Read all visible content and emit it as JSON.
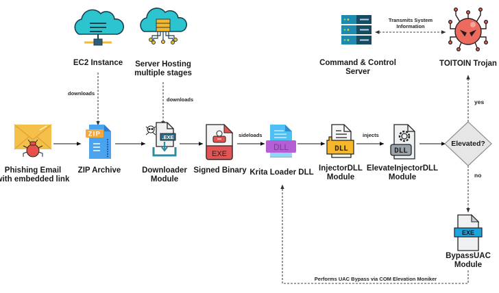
{
  "diagram": {
    "nodes": {
      "ec2": {
        "label": "EC2 Instance",
        "icon": "cloud-network-icon"
      },
      "server_hosting": {
        "label_line1": "Server Hosting",
        "label_line2": "multiple stages",
        "icon": "cloud-server-icon"
      },
      "c2": {
        "label_line1": "Command & Control",
        "label_line2": "Server",
        "icon": "server-rack-icon"
      },
      "trojan": {
        "label": "TOITOIN Trojan",
        "icon": "virus-icon"
      },
      "phishing": {
        "label_line1": "Phishing Email",
        "label_line2": "with embedded link",
        "icon": "email-bug-icon"
      },
      "zip": {
        "label": "ZIP Archive",
        "icon": "zip-file-icon",
        "badge": "ZIP"
      },
      "downloader": {
        "label_line1": "Downloader",
        "label_line2": "Module",
        "icon": "exe-download-icon",
        "badge": ".EXE"
      },
      "signed_binary": {
        "label": "Signed Binary",
        "icon": "exe-file-icon",
        "badge": "EXE"
      },
      "krita": {
        "label": "Krita Loader DLL",
        "icon": "dll-file-icon",
        "badge": "DLL"
      },
      "injector": {
        "label_line1": "InjectorDLL",
        "label_line2": "Module",
        "icon": "dll-document-icon",
        "badge": "DLL"
      },
      "elevate_injector": {
        "label_line1": "ElevateInjectorDLL",
        "label_line2": "Module",
        "icon": "dll-gear-icon",
        "badge": "DLL"
      },
      "decision": {
        "label": "Elevated?"
      },
      "bypassuac": {
        "label_line1": "BypassUAC",
        "label_line2": "Module",
        "icon": "exe-file-icon",
        "badge": "EXE"
      }
    },
    "edges": {
      "ec2_to_zip": "downloads",
      "server_to_downloader": "downloads",
      "signed_to_krita": "sideloads",
      "injector_to_elevate": "injects",
      "c2_trojan_line1": "Transmits System",
      "c2_trojan_line2": "Information",
      "decision_yes": "yes",
      "decision_no": "no",
      "bypass_loop": "Performs UAC Bypass via COM Elevation Moniker"
    },
    "colors": {
      "line": "#111111",
      "dashed": "#555555",
      "envelope": "#f5c04a",
      "bug": "#e8514a",
      "cloud": "#2cc4cf",
      "server_blue": "#1f7fa3",
      "zip_blue": "#4aa3ef",
      "zip_orange": "#f6a93b",
      "exe_red": "#e35454",
      "dll_purple": "#b55fd6",
      "dll_yellow": "#f6b72b",
      "exe_blue": "#1ea3dc",
      "virus": "#ec6b5f",
      "diamond": "#e6e6e6"
    }
  }
}
